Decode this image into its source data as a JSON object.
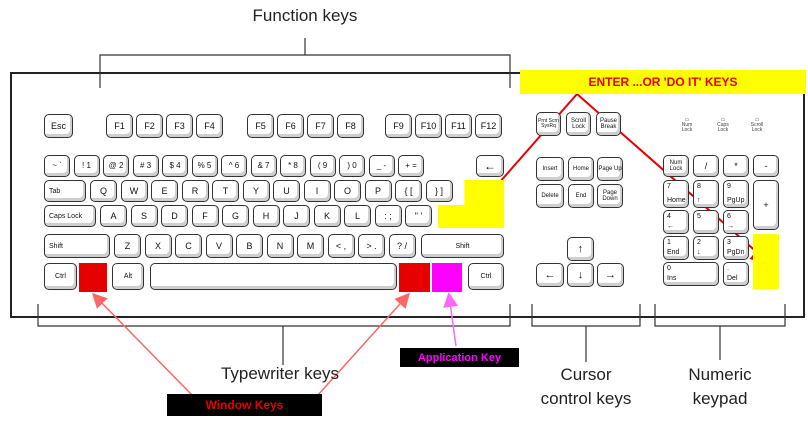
{
  "labels": {
    "function_keys": "Function keys",
    "enter_keys": "ENTER ...OR 'DO IT' KEYS",
    "typewriter_keys": "Typewriter keys",
    "window_keys": "Window Keys",
    "application_key": "Application Key",
    "cursor_control_keys": "Cursor control keys",
    "numeric_keypad": "Numeric keypad"
  },
  "colors": {
    "window_keys": "#e60000",
    "application_key": "#ff00ff",
    "enter_highlight": "#ffff00",
    "enter_text": "#e60000",
    "arrow_enter": "#e60000",
    "arrow_window": "#ff6666",
    "arrow_application": "#ff66ff"
  },
  "keys": {
    "esc": "Esc",
    "f1": "F1",
    "f2": "F2",
    "f3": "F3",
    "f4": "F4",
    "f5": "F5",
    "f6": "F6",
    "f7": "F7",
    "f8": "F8",
    "f9": "F9",
    "f10": "F10",
    "f11": "F11",
    "f12": "F12",
    "prtsc": "Prnt Scrn SysRq",
    "scroll": "Scroll Lock",
    "pause": "Pause Break",
    "num_led": "Num Lock",
    "caps_led": "Caps Lock",
    "scroll_led": "Scroll Lock",
    "num_row": [
      "~ `",
      "! 1",
      "@ 2",
      "# 3",
      "$ 4",
      "% 5",
      "^ 6",
      "& 7",
      "* 8",
      "( 9",
      ") 0",
      "_ -",
      "+ ="
    ],
    "backspace": "←",
    "tab": "Tab",
    "q_row": [
      "Q",
      "W",
      "E",
      "R",
      "T",
      "Y",
      "U",
      "I",
      "O",
      "P",
      "{ [",
      "} ]"
    ],
    "caps": "Caps Lock",
    "a_row": [
      "A",
      "S",
      "D",
      "F",
      "G",
      "H",
      "J",
      "K",
      "L",
      ": ;",
      "\" '"
    ],
    "shift": "Shift",
    "z_row": [
      "Z",
      "X",
      "C",
      "V",
      "B",
      "N",
      "M",
      "< ,",
      "> .",
      "? /"
    ],
    "ctrl": "Ctrl",
    "alt": "Alt",
    "insert": "Insert",
    "home": "Home",
    "pgup": "Page Up",
    "delete": "Delete",
    "end": "End",
    "pgdn": "Page Down",
    "numlock": "Num Lock",
    "slash": "/",
    "star": "*",
    "minus": "-",
    "plus": "+",
    "n7": "7",
    "n7b": "Home",
    "n8": "8",
    "n9": "9",
    "n9b": "PgUp",
    "n4": "4",
    "n5": "5",
    "n6": "6",
    "n1": "1",
    "n1b": "End",
    "n2": "2",
    "n3": "3",
    "n3b": "PgDn",
    "n0": "0",
    "n0b": "Ins",
    "ndot": ".",
    "ndel": "Del"
  }
}
